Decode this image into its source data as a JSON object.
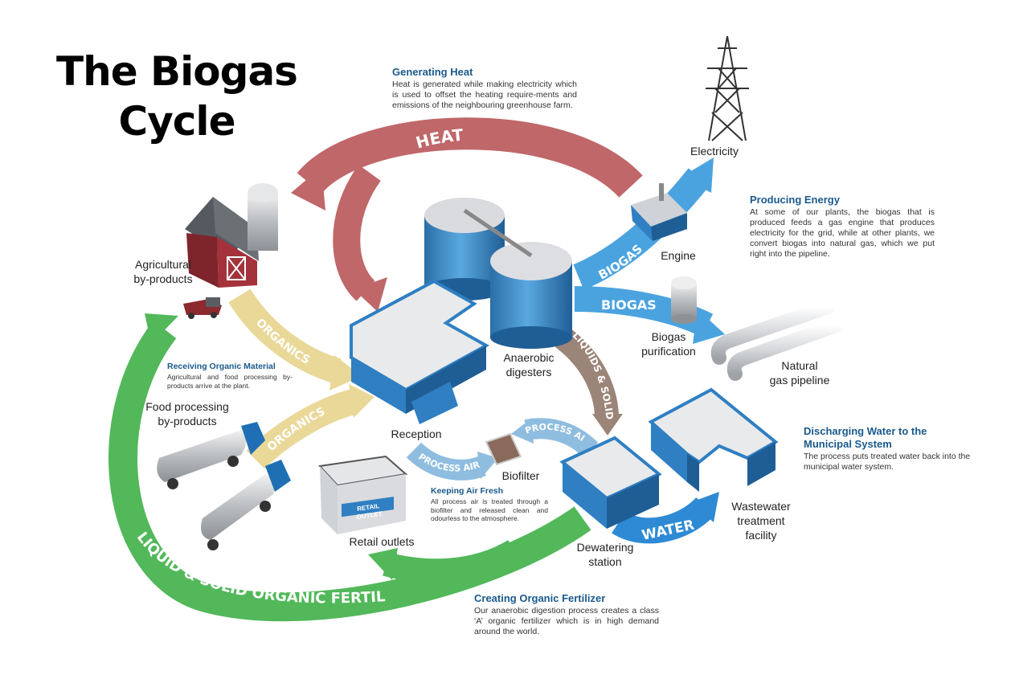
{
  "title": {
    "line1": "The Biogas",
    "line2": "Cycle"
  },
  "arrows": {
    "heat": "HEAT",
    "biogas_engine": "BIOGAS",
    "biogas_purification": "BIOGAS",
    "organics_agri": "ORGANICS",
    "organics_food": "ORGANICS",
    "liquids_solids": "LIQUIDS & SOLIDS",
    "process_air_1": "PROCESS AIR",
    "process_air_2": "PROCESS AIR",
    "water": "WATER",
    "fertilizer": "LIQUID & SOLID ORGANIC FERTILIZER"
  },
  "labels": {
    "agricultural": [
      "Agricultural",
      "by-products"
    ],
    "food_processing": [
      "Food processing",
      "by-products"
    ],
    "reception": "Reception",
    "anaerobic": [
      "Anaerobic",
      "digesters"
    ],
    "electricity": "Electricity",
    "engine": "Engine",
    "biogas_purification": [
      "Biogas",
      "purification"
    ],
    "natural_gas": [
      "Natural",
      "gas pipeline"
    ],
    "biofilter": "Biofilter",
    "retail": "Retail outlets",
    "retail_sign": "RETAIL OUTLET",
    "dewatering": [
      "Dewatering",
      "station"
    ],
    "wastewater": [
      "Wastewater",
      "treatment",
      "facility"
    ]
  },
  "info": {
    "heat": {
      "heading": "Generating Heat",
      "body": "Heat is generated while making electricity which is used to offset the heating require-ments and emissions of the neighbouring greenhouse farm."
    },
    "energy": {
      "heading": "Producing Energy",
      "body": "At some of our plants, the biogas that is produced feeds a gas engine that produces electricity for the grid, while at other plants, we convert biogas into natural gas, which we put right into the pipeline."
    },
    "receiving": {
      "heading": "Receiving Organic Material",
      "body": "Agricultural and food processing by-products arrive at the plant."
    },
    "air": {
      "heading": "Keeping Air Fresh",
      "body": "All process air is treated through a biofilter and released clean and odourless to the atmosphere."
    },
    "water": {
      "heading_1": "Discharging Water to the",
      "heading_2": "Municipal System",
      "body": "The process puts treated water back into the municipal water system."
    },
    "fertilizer": {
      "heading": "Creating Organic Fertilizer",
      "body": "Our anaerobic digestion process creates a class ‘A’ organic fertilizer which is in high demand around the world."
    }
  },
  "colors": {
    "heat_arrow": "#c0676a",
    "biogas_arrow": "#4aa3df",
    "organics_arrow": "#e9d898",
    "liquids_arrow": "#9b8478",
    "process_air_arrow": "#8fbde0",
    "water_arrow": "#2e8ad4",
    "fertilizer_arrow": "#52b85a",
    "building_blue": "#2f7fc2",
    "heading_blue": "#1a5a8c"
  }
}
